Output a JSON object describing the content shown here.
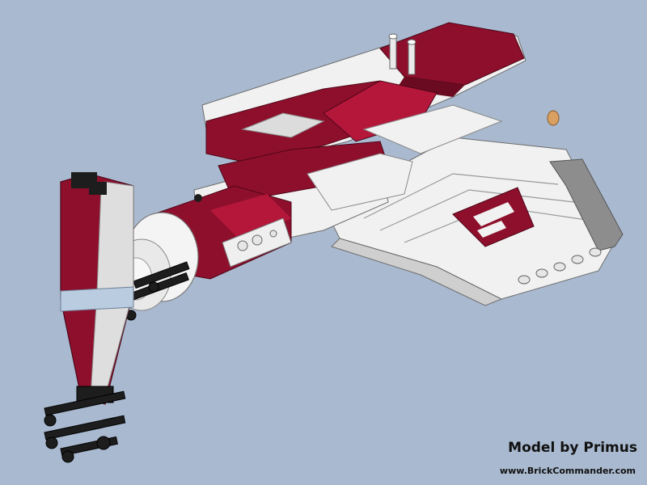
{
  "scene": {
    "subject": "lego-starship-render",
    "colors": {
      "background": "#a9b9cf",
      "hull_red": "#8e0f2c",
      "hull_red_light": "#b5173b",
      "hull_white": "#f1f1f1",
      "hull_grey": "#8d8d8d",
      "black": "#1d1d1d",
      "glass_blue": "#b9cce0"
    }
  },
  "credit": {
    "author_line": "Model by Primus",
    "website": "www.BrickCommander.com"
  }
}
